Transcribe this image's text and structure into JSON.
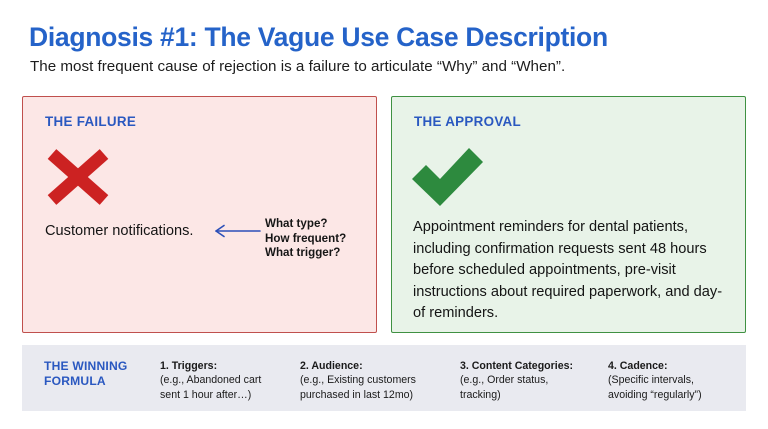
{
  "header": {
    "title": "Diagnosis #1: The Vague Use Case Description",
    "subtitle": "The most frequent cause of rejection is a failure to articulate “Why” and “When”."
  },
  "failure_panel": {
    "label": "THE FAILURE",
    "icon": "red-x-mark",
    "body_text": "Customer notifications.",
    "arrow": "left-arrow",
    "questions": [
      "What type?",
      "How frequent?",
      "What trigger?"
    ],
    "background_color": "#fce7e6",
    "border_color": "#c0504d",
    "icon_color": "#cc2222",
    "label_color": "#2a58c0",
    "arrow_color": "#2b4fb8"
  },
  "approval_panel": {
    "label": "THE APPROVAL",
    "icon": "green-check-mark",
    "body_text": "Appointment reminders for dental patients, including confirmation requests sent 48 hours before scheduled appointments, pre-visit instructions about required paperwork, and day-of reminders.",
    "background_color": "#e8f3e8",
    "border_color": "#3f9142",
    "icon_color": "#2d8a3e",
    "label_color": "#2a58c0"
  },
  "formula_bar": {
    "title_line1": "THE WINNING",
    "title_line2": "FORMULA",
    "background_color": "#e9eaf0",
    "title_color": "#2a58c0",
    "columns": [
      {
        "heading": "1. Triggers:",
        "lines": [
          "(e.g., Abandoned cart",
          "sent 1 hour after…)"
        ]
      },
      {
        "heading": "2. Audience:",
        "lines": [
          "(e.g., Existing customers",
          "purchased in last 12mo)"
        ]
      },
      {
        "heading": "3. Content Categories:",
        "lines": [
          "(e.g., Order status,",
          "tracking)"
        ]
      },
      {
        "heading": "4. Cadence:",
        "lines": [
          "(Specific intervals,",
          "avoiding “regularly”)"
        ]
      }
    ]
  }
}
